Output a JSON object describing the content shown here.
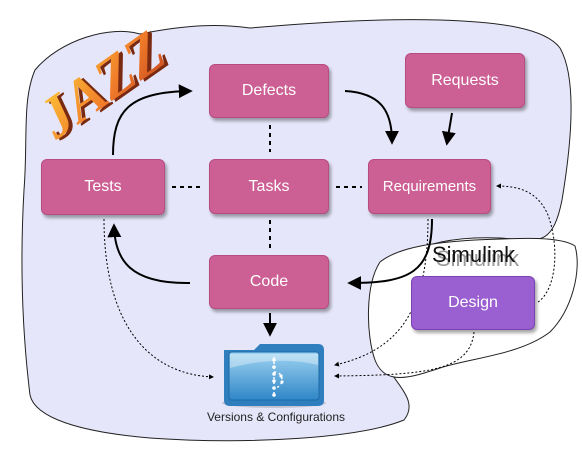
{
  "logos": {
    "jazz": "JAZZ",
    "simulink": "Simulink"
  },
  "nodes": {
    "defects": "Defects",
    "requests": "Requests",
    "tests": "Tests",
    "tasks": "Tasks",
    "requirements": "Requirements",
    "code": "Code",
    "design": "Design"
  },
  "repository": {
    "label": "Versions & Configurations",
    "icon": "folder-icon"
  },
  "colors": {
    "jazz_region": "#e6e6fa",
    "task_node": "#cc5f93",
    "design_node": "#9a5fd0",
    "folder": "#5aa8dc"
  }
}
